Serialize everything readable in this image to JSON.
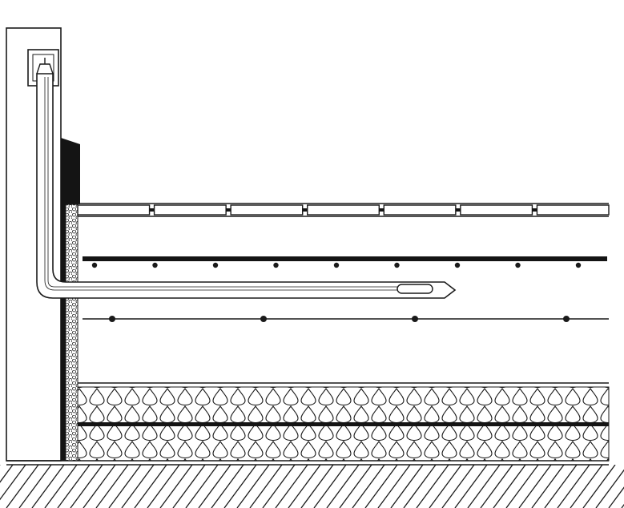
{
  "diagram": {
    "kind": "construction cross-section",
    "colors": {
      "line": "#1a1a1a",
      "fill": "#ffffff",
      "dark": "#141414"
    },
    "counts": {
      "paving_slabs": 7,
      "upper_mesh_dots": 9,
      "lower_mesh_dots": 4,
      "insulation_layers": 2
    },
    "icons": [
      "wall",
      "gravel-membrane",
      "paving-slabs",
      "reinforcement-mesh",
      "heating-pipe",
      "sensor-probe",
      "insulation-boards",
      "ground-hatch"
    ]
  }
}
